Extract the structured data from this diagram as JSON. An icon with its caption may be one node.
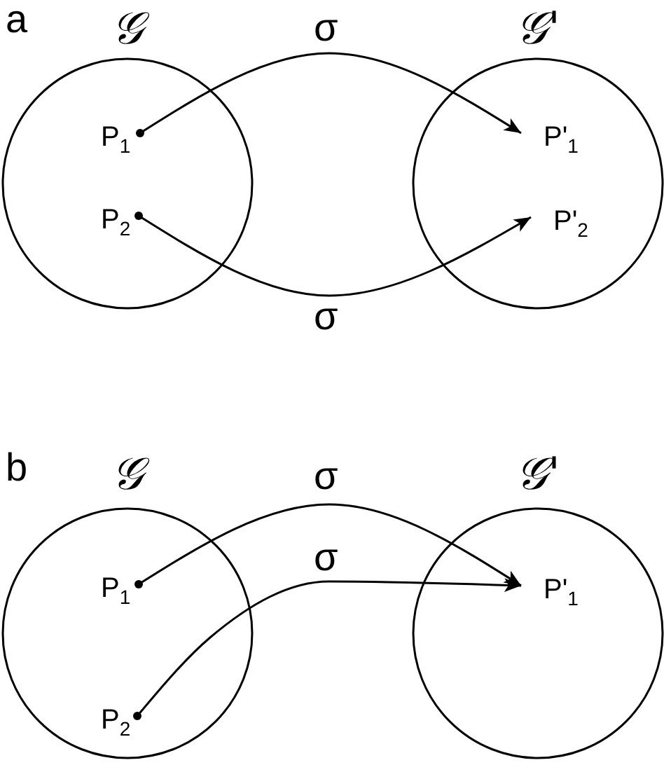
{
  "diagram": {
    "nodes": [
      {
        "text": [
          "𝒢"
        ]
      },
      {
        "text": [
          "P$_{1}$"
        ],
        "in": 0
      },
      {
        "text": [
          "P$_{2}$"
        ],
        "in": 0
      },
      {
        "text": [
          "𝒢'"
        ]
      },
      {
        "text": [
          "P'$_{1}$"
        ],
        "in": 3
      },
      {
        "text": [
          "P'$_{2}$"
        ],
        "in": 3
      },
      {
        "text": [
          "𝒢"
        ]
      },
      {
        "text": [
          "P$_{1}$"
        ],
        "in": 6
      },
      {
        "text": [
          "P$_{2}$"
        ],
        "in": 6
      },
      {
        "text": [
          "𝒢'"
        ]
      },
      {
        "text": [
          "P'$_{1}$"
        ],
        "in": 9
      }
    ],
    "edges": [
      {
        "from": 1,
        "to": 4,
        "arrow": "to",
        "label": "σ"
      },
      {
        "from": 2,
        "to": 5,
        "arrow": "to",
        "label": "σ"
      },
      {
        "from": 7,
        "to": 10,
        "arrow": "to",
        "label": "σ"
      },
      {
        "from": 8,
        "to": 10,
        "arrow": "to",
        "label": "σ"
      }
    ],
    "labels": [
      "a",
      "b"
    ]
  }
}
